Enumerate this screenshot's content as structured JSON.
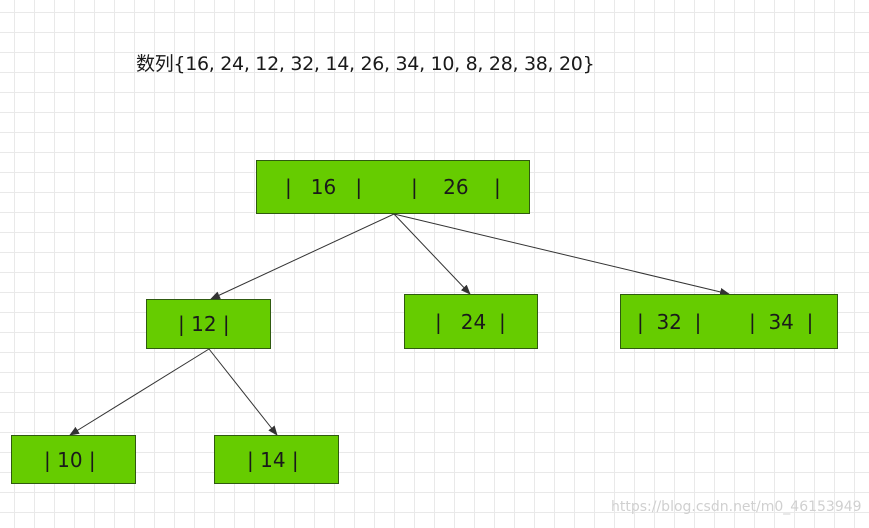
{
  "title": "数列{16, 24, 12, 32, 14, 26, 34, 10, 8, 28, 38, 20}",
  "nodes": {
    "root": {
      "left": "|   16   |",
      "right": "|    26    |"
    },
    "n12": {
      "label": "| 12 |"
    },
    "n24": {
      "label": "|   24  |"
    },
    "n3234": {
      "left": "|  32  |",
      "right": "|  34  |"
    },
    "n10": {
      "label": "| 10 |"
    },
    "n14": {
      "label": "| 14 |"
    }
  },
  "watermark": "https://blog.csdn.net/m0_46153949",
  "colors": {
    "node_fill": "#66cc00",
    "node_border": "#2f5a10",
    "edge": "#333333"
  }
}
